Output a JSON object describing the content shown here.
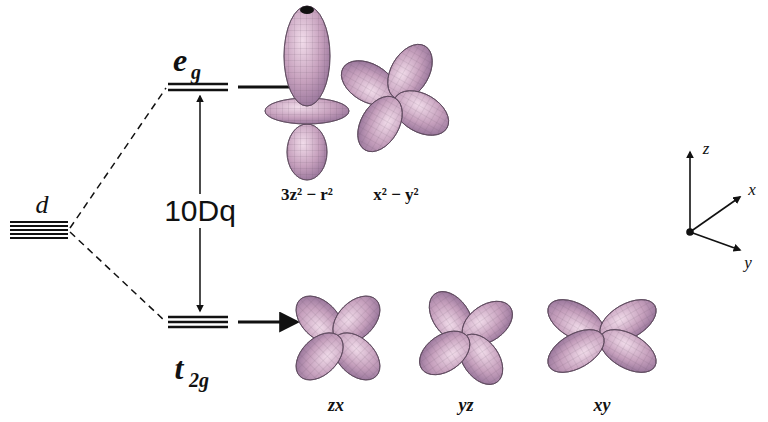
{
  "diagram": {
    "labels": [
      "d",
      "e",
      "g",
      "10Dq",
      "t",
      "2g",
      "3z² − r²",
      "x² − y²",
      "z",
      "x",
      "y",
      "zx",
      "yz",
      "xy"
    ]
  }
}
